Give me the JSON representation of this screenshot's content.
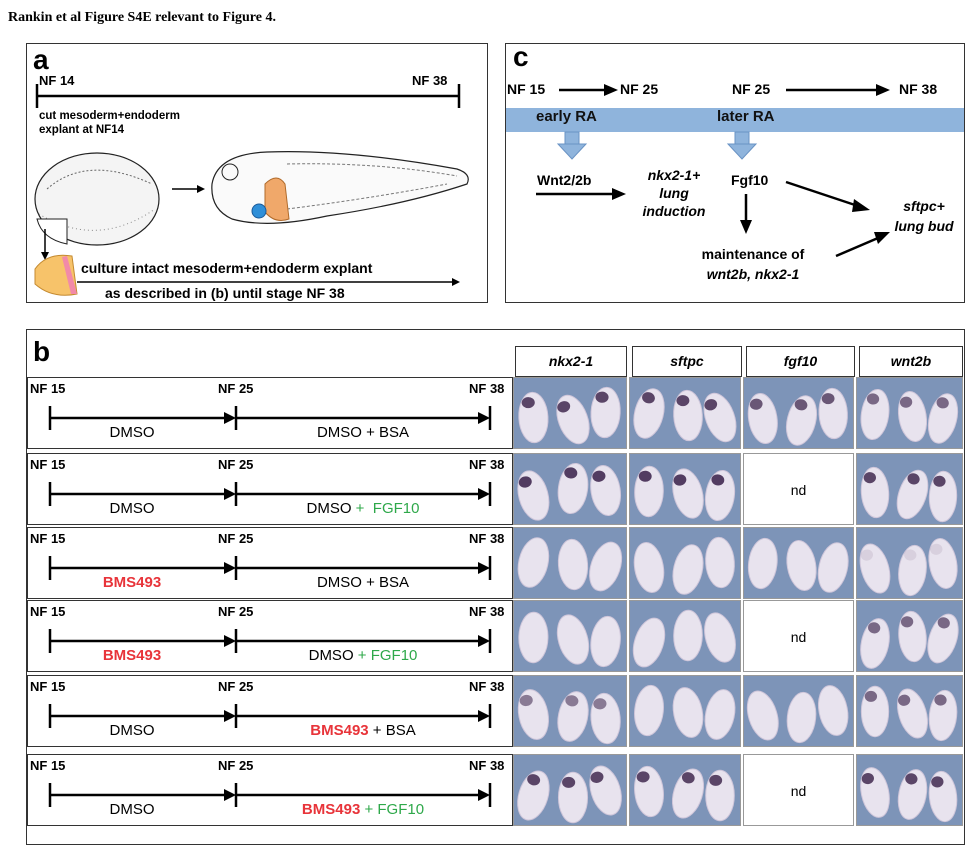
{
  "title": "Rankin et al  Figure S4E relevant to Figure 4.",
  "panel_a": {
    "label": "a",
    "stage_start": "NF 14",
    "stage_end": "NF 38",
    "cut_text_1": "cut mesoderm+endoderm",
    "cut_text_2": "explant at NF14",
    "culture_text_1": "culture  intact mesoderm+endoderm explant",
    "culture_text_2": "as described in (b) until stage NF 38"
  },
  "panel_c": {
    "label": "c",
    "nf15": "NF 15",
    "nf25a": "NF 25",
    "nf25b": "NF 25",
    "nf38": "NF 38",
    "early_ra": "early RA",
    "later_ra": "later RA",
    "wnt": "Wnt2/2b",
    "nkx_1": "nkx2-1+",
    "nkx_2": "lung",
    "nkx_3": "induction",
    "fgf10": "Fgf10",
    "maint_1": "maintenance of",
    "maint_2": "wnt2b, nkx2-1",
    "sftpc_1": "sftpc+",
    "sftpc_2": "lung bud"
  },
  "panel_b": {
    "label": "b",
    "columns": [
      "nkx2-1",
      "sftpc",
      "fgf10",
      "wnt2b"
    ],
    "rows": [
      {
        "s1": "NF 15",
        "s2": "NF 25",
        "s3": "NF 38",
        "t1": "DMSO",
        "t1_red": false,
        "t2a": "DMSO",
        "t2a_red": false,
        "t2b": " + BSA",
        "t2b_green": false,
        "nd": ""
      },
      {
        "s1": "NF 15",
        "s2": "NF 25",
        "s3": "NF 38",
        "t1": "DMSO",
        "t1_red": false,
        "t2a": "DMSO",
        "t2a_red": false,
        "t2b": " +  FGF10",
        "t2b_green": true,
        "nd": "nd"
      },
      {
        "s1": "NF 15",
        "s2": "NF 25",
        "s3": "NF 38",
        "t1": "BMS493",
        "t1_red": true,
        "t2a": "DMSO",
        "t2a_red": false,
        "t2b": " + BSA",
        "t2b_green": false,
        "nd": ""
      },
      {
        "s1": "NF 15",
        "s2": "NF 25",
        "s3": "NF 38",
        "t1": "BMS493",
        "t1_red": true,
        "t2a": "DMSO",
        "t2a_red": false,
        "t2b": " + FGF10",
        "t2b_green": true,
        "nd": "nd"
      },
      {
        "s1": "NF 15",
        "s2": "NF 25",
        "s3": "NF 38",
        "t1": "DMSO",
        "t1_red": false,
        "t2a": "BMS493",
        "t2a_red": true,
        "t2b": " + BSA",
        "t2b_green": false,
        "nd": ""
      },
      {
        "s1": "NF 15",
        "s2": "NF 25",
        "s3": "NF 38",
        "t1": "DMSO",
        "t1_red": false,
        "t2a": "BMS493",
        "t2a_red": true,
        "t2b": " + FGF10",
        "t2b_green": true,
        "nd": "nd"
      }
    ]
  },
  "colors": {
    "red": "#e8343a",
    "green": "#2ea84a",
    "ra_bar": "#8fb4dc",
    "photo_bg": "#7d94b8",
    "explant": "#e8e3ee",
    "stain": "#4a3358"
  }
}
